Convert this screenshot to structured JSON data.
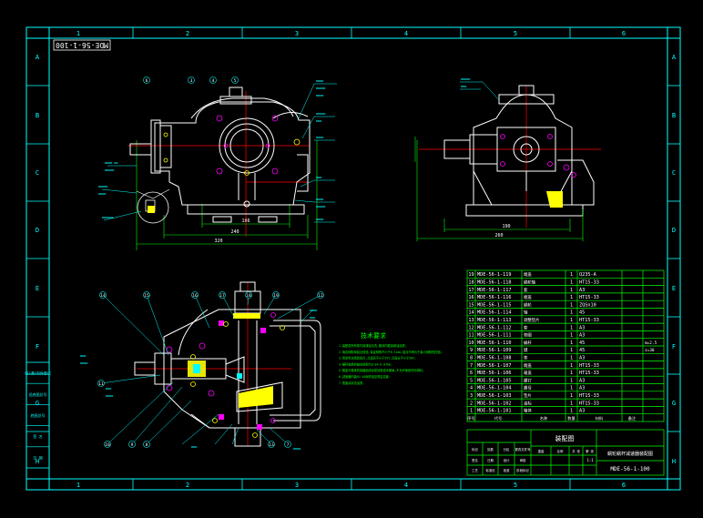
{
  "colors": {
    "background": "#000000",
    "frame": "#00ffff",
    "outline": "#ffffff",
    "dimension": "#00ff00",
    "annotation": "#00ffff",
    "center_line": "#ff0000",
    "hatch": "#ffff00",
    "hidden": "#ff00ff",
    "shaft_center": "#0000ff"
  },
  "frame": {
    "col_labels": [
      "1",
      "2",
      "3",
      "4",
      "5",
      "6"
    ],
    "row_labels": [
      "A",
      "B",
      "C",
      "D",
      "E",
      "F",
      "G",
      "H"
    ]
  },
  "drawing_code_stamp": "MDE-56-1-100",
  "parts_list": {
    "rows": [
      {
        "no": "19",
        "code": "MDE-56-1-119",
        "name": "端盖",
        "qty": "1",
        "mat": "Q235-A",
        "note": ""
      },
      {
        "no": "18",
        "code": "MDE-56-1-118",
        "name": "蜗轮轴",
        "qty": "1",
        "mat": "HT15-33",
        "note": ""
      },
      {
        "no": "17",
        "code": "MDE-56-1-117",
        "name": "套",
        "qty": "1",
        "mat": "A3",
        "note": ""
      },
      {
        "no": "16",
        "code": "MDE-56-1-116",
        "name": "端盖",
        "qty": "1",
        "mat": "HT15-33",
        "note": ""
      },
      {
        "no": "15",
        "code": "MDE-56-1-115",
        "name": "蜗轮",
        "qty": "1",
        "mat": "ZQSn10",
        "note": ""
      },
      {
        "no": "14",
        "code": "MDE-56-1-114",
        "name": "轴",
        "qty": "1",
        "mat": "45",
        "note": ""
      },
      {
        "no": "13",
        "code": "MDE-56-1-113",
        "name": "调整垫片",
        "qty": "1",
        "mat": "HT15-33",
        "note": ""
      },
      {
        "no": "12",
        "code": "MDE-56-1-112",
        "name": "套",
        "qty": "1",
        "mat": "A3",
        "note": ""
      },
      {
        "no": "11",
        "code": "MDE-56-1-111",
        "name": "垫圈",
        "qty": "1",
        "mat": "A3",
        "note": ""
      },
      {
        "no": "10",
        "code": "MDE-56-1-110",
        "name": "蜗杆",
        "qty": "1",
        "mat": "45",
        "note": "m=2.5"
      },
      {
        "no": "9",
        "code": "MDE-56-1-109",
        "name": "键",
        "qty": "1",
        "mat": "45",
        "note": "z=30"
      },
      {
        "no": "8",
        "code": "MDE-56-1-108",
        "name": "垫",
        "qty": "1",
        "mat": "A3",
        "note": ""
      },
      {
        "no": "7",
        "code": "MDE-56-1-107",
        "name": "端盖",
        "qty": "1",
        "mat": "HT15-33",
        "note": ""
      },
      {
        "no": "6",
        "code": "MDE-56-1-106",
        "name": "箱盖",
        "qty": "1",
        "mat": "HT15-33",
        "note": ""
      },
      {
        "no": "5",
        "code": "MDE-56-1-105",
        "name": "螺钉",
        "qty": "1",
        "mat": "A3",
        "note": ""
      },
      {
        "no": "4",
        "code": "MDE-56-1-104",
        "name": "螺母",
        "qty": "1",
        "mat": "A3",
        "note": ""
      },
      {
        "no": "3",
        "code": "MDE-56-1-103",
        "name": "垫片",
        "qty": "1",
        "mat": "HT15-33",
        "note": ""
      },
      {
        "no": "2",
        "code": "MDE-56-1-102",
        "name": "油标",
        "qty": "1",
        "mat": "HT15-33",
        "note": ""
      },
      {
        "no": "1",
        "code": "MDE-56-1-101",
        "name": "箱体",
        "qty": "1",
        "mat": "A3",
        "note": ""
      }
    ],
    "header": [
      "序号",
      "代号",
      "名称",
      "数量",
      "材料",
      "备注"
    ]
  },
  "title_block": {
    "title": "装配图",
    "subtitle": "蜗轮蜗杆减速器装配图",
    "drawing_no": "MDE-56-1-100",
    "scale": "1:1",
    "small_labels": [
      "标记",
      "处数",
      "分区",
      "更改文件号",
      "签名",
      "日期",
      "设计",
      "审核",
      "工艺",
      "标准化",
      "批准",
      "阶段标记",
      "重量",
      "比例",
      "共 张",
      "第 张"
    ]
  },
  "left_side_block": [
    "借(通)用件登记",
    "旧底图总号",
    "底图总号",
    "签 名",
    "日 期"
  ],
  "technical_requirements": {
    "heading": "技术要求",
    "lines": [
      "1.装配前所有零件用煤油清洗,箱体内壁涂耐油油漆;",
      "2.啮合侧隙用铅丝检验,保证侧隙不小于0.11mm,铅丝不得大于最小侧隙的四倍;",
      "3.用涂色法检验斑点,沿齿高不小于55%,沿齿长不小于50%;",
      "4.蜗杆轴承的轴向间隙为0.04~0.07mm;",
      "5.箱盖与箱体的接触面用涂密封胶或水玻璃,不允许使用任何填料;",
      "6.减速器内装HJ-40润滑油至规定高度;",
      "7.表面涂灰色油漆。"
    ]
  },
  "front_view": {
    "balloons": [
      "6",
      "3",
      "4",
      "5"
    ],
    "dimensions": [
      "320",
      "240",
      "186"
    ]
  },
  "side_view": {
    "dimensions": [
      "260",
      "190"
    ]
  },
  "section_view": {
    "balloons": [
      "14",
      "15",
      "16",
      "17",
      "18",
      "19",
      "12",
      "11",
      "10",
      "9",
      "8",
      "7",
      "13"
    ]
  }
}
